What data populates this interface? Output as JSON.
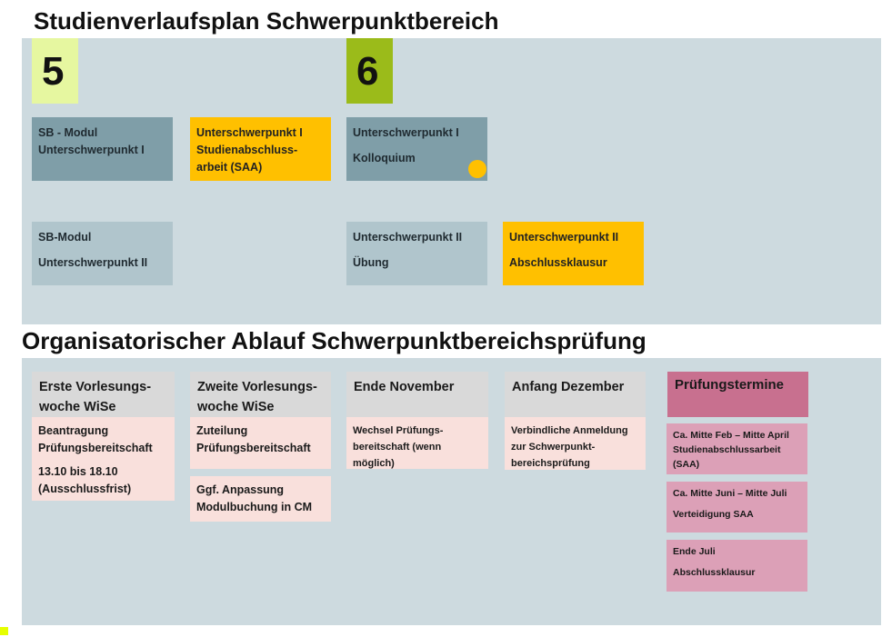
{
  "plan": {
    "title": "Studienverlaufsplan Schwerpunktbereich",
    "semesters": [
      {
        "label": "5",
        "color": "#e6f7a0"
      },
      {
        "label": "6",
        "color": "#9bbb1a"
      }
    ],
    "modules": [
      {
        "line1": "SB - Modul",
        "line2": "Unterschwerpunkt I"
      },
      {
        "line1": "Unterschwerpunkt I",
        "line2": "Studienabschluss-",
        "line3": "arbeit (SAA)"
      },
      {
        "line1": "Unterschwerpunkt I",
        "line2": "Kolloquium"
      },
      {
        "line1": "SB-Modul",
        "line2": "Unterschwerpunkt II"
      },
      {
        "line1": "Unterschwerpunkt II",
        "line2": "Übung"
      },
      {
        "line1": "Unterschwerpunkt II",
        "line2": "Abschlussklausur"
      }
    ],
    "colors": {
      "dark": "#7f9ea8",
      "light": "#b0c5cc",
      "exam": "#ffc000",
      "panel": "#cddadf"
    }
  },
  "ablauf": {
    "title": "Organisatorischer Ablauf Schwerpunktbereichsprüfung",
    "columns": [
      {
        "header": [
          "Erste Vorlesungs-",
          "woche WiSe"
        ],
        "items": [
          [
            "Beantragung",
            "Prüfungsbereitschaft",
            "13.10 bis 18.10",
            "(Ausschlussfrist)"
          ]
        ]
      },
      {
        "header": [
          "Zweite Vorlesungs-",
          "woche WiSe"
        ],
        "items": [
          [
            "Zuteilung",
            "Prüfungsbereitschaft"
          ],
          [
            "Ggf. Anpassung",
            "Modulbuchung in CM"
          ]
        ]
      },
      {
        "header": [
          "Ende November"
        ],
        "items": [
          [
            "Wechsel Prüfungs-",
            "bereitschaft (wenn",
            "möglich)"
          ]
        ]
      },
      {
        "header": [
          "Anfang Dezember"
        ],
        "items": [
          [
            "Verbindliche Anmeldung",
            "zur Schwerpunkt-",
            "bereichsprüfung"
          ]
        ]
      }
    ],
    "pruefungstermine": {
      "header": "Prüfungstermine",
      "items": [
        [
          "Ca. Mitte Feb – Mitte April",
          "Studienabschlussarbeit",
          "(SAA)"
        ],
        [
          "Ca. Mitte Juni – Mitte Juli",
          "Verteidigung SAA"
        ],
        [
          "Ende Juli",
          "Abschlussklausur"
        ]
      ]
    }
  }
}
